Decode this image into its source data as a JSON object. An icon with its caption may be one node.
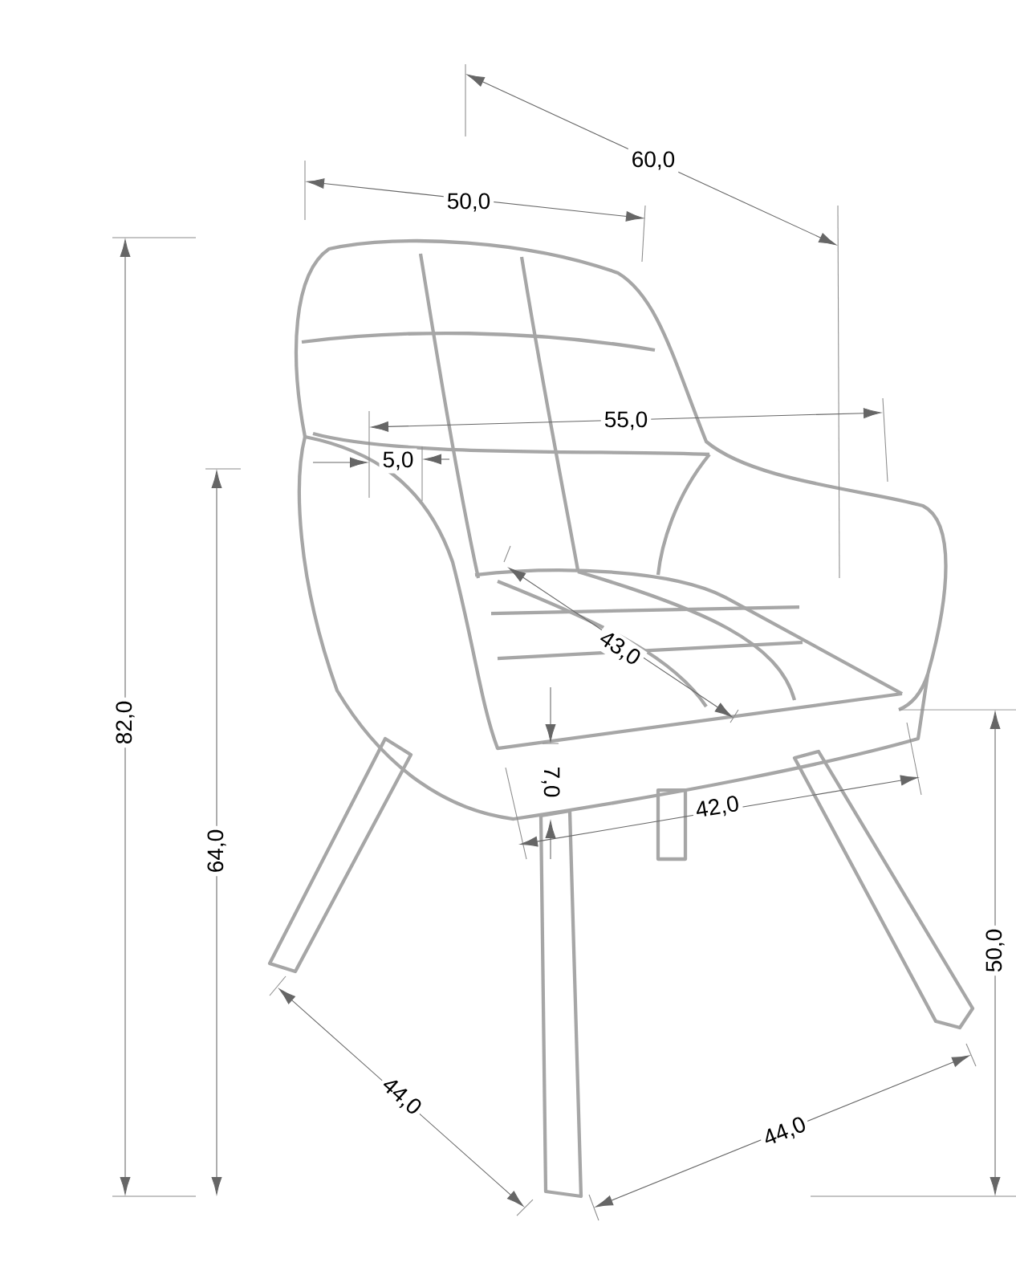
{
  "diagram": {
    "labels": [
      "60,0",
      "50,0",
      "55,0",
      "5,0",
      "82,0",
      "64,0",
      "43,0",
      "7,0",
      "42,0",
      "50,0",
      "44,0",
      "44,0"
    ]
  }
}
